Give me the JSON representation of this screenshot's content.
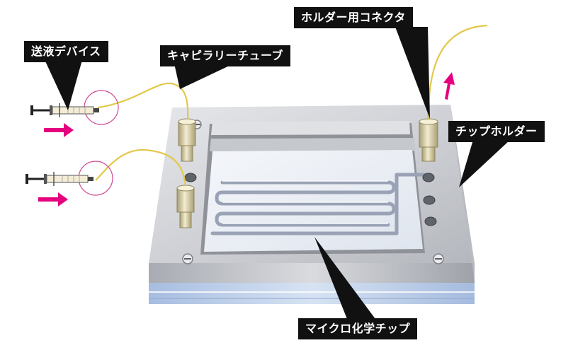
{
  "labels": {
    "pump_device": "送液デバイス",
    "capillary_tube": "キャピラリーチューブ",
    "holder_connector": "ホルダー用コネクタ",
    "chip_holder": "チップホルダー",
    "microchip": "マイクロ化学チップ"
  },
  "colors": {
    "flow_arrow": "#e5007f",
    "tube": "#e3c84a",
    "callout": "#111111",
    "holder_metal": "#c9cbd0",
    "chip_glass": "#b9cde6",
    "highlight_circle": "#d04a93"
  },
  "icons": {
    "syringe": "syringe-icon",
    "arrow": "arrow-icon",
    "connector": "connector-icon",
    "screw": "screw-icon"
  }
}
